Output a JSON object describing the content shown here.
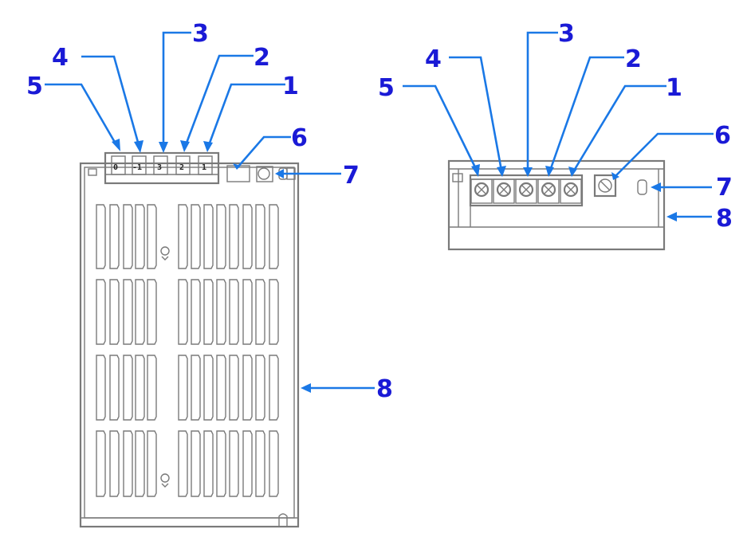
{
  "diagram": {
    "front_view": {
      "callouts": [
        "1",
        "2",
        "3",
        "4",
        "5",
        "6",
        "7",
        "8"
      ],
      "terminal_marks": [
        "0",
        "-1",
        "3",
        "2",
        "1"
      ]
    },
    "top_view": {
      "callouts": [
        "1",
        "2",
        "3",
        "4",
        "5",
        "6",
        "7",
        "8"
      ]
    }
  },
  "colors": {
    "drawing_lines": "#7a7a7a",
    "leader_lines": "#1a78e6",
    "callout_text": "#1a1ad6",
    "background": "#ffffff"
  }
}
